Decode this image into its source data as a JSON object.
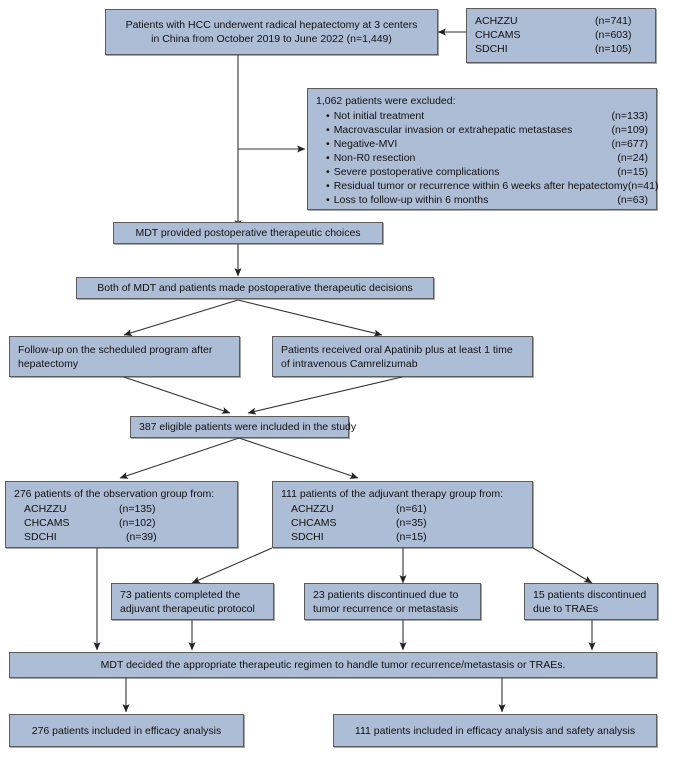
{
  "diagram": {
    "title": "Study flow diagram of patients with HCC after radical hepatectomy",
    "colors": {
      "box_fill": "#aebdd6",
      "box_border": "#5c5c5c",
      "connector": "#333333",
      "text": "#111111",
      "background": "#ffffff"
    },
    "nodes": {
      "enrollment": {
        "line1": "Patients with HCC underwent radical hepatectomy at 3 centers",
        "line2": "in China from October 2019 to June 2022 (n=1,449)"
      },
      "centers": {
        "rows": [
          {
            "label": "ACHZZU",
            "count": "(n=741)"
          },
          {
            "label": "CHCAMS",
            "count": "(n=603)"
          },
          {
            "label": "SDCHI",
            "count": "(n=105)"
          }
        ]
      },
      "excluded": {
        "heading": "1,062 patients were excluded:",
        "items": [
          {
            "text": "Not initial treatment",
            "count": "(n=133)"
          },
          {
            "text": "Macrovascular invasion or extrahepatic metastases",
            "count": "(n=109)"
          },
          {
            "text": "Negative-MVI",
            "count": "(n=677)"
          },
          {
            "text": "Non-R0 resection",
            "count": "(n=24)"
          },
          {
            "text": "Severe postoperative complications",
            "count": "(n=15)"
          },
          {
            "text": "Residual tumor or recurrence within 6 weeks after hepatectomy",
            "count": "(n=41)"
          },
          {
            "text": "Loss to follow-up within 6 months",
            "count": "(n=63)"
          }
        ]
      },
      "mdt_choices": {
        "text": "MDT provided postoperative therapeutic choices"
      },
      "mdt_decisions": {
        "text": "Both of MDT and patients made postoperative therapeutic decisions"
      },
      "followup": {
        "line1": "Follow-up on the scheduled program after",
        "line2": "hepatectomy"
      },
      "apatinib": {
        "line1": "Patients received oral Apatinib plus at least 1 time",
        "line2": "of intravenous Camrelizumab"
      },
      "eligible": {
        "text": "387 eligible patients were included in the study"
      },
      "observation_group": {
        "heading": "276 patients of the observation group from:",
        "rows": [
          {
            "label": "ACHZZU",
            "count": "(n=135)"
          },
          {
            "label": "CHCAMS",
            "count": "(n=102)"
          },
          {
            "label": "SDCHI",
            "count": "(n=39)"
          }
        ]
      },
      "adjuvant_group": {
        "heading": "111 patients of the adjuvant therapy group from:",
        "rows": [
          {
            "label": "ACHZZU",
            "count": "(n=61)"
          },
          {
            "label": "CHCAMS",
            "count": "(n=35)"
          },
          {
            "label": "SDCHI",
            "count": "(n=15)"
          }
        ]
      },
      "completed_protocol": {
        "line1": "73 patients completed the",
        "line2": "adjuvant therapeutic protocol"
      },
      "discontinued_recurrence": {
        "line1": "23 patients discontinued due to",
        "line2": "tumor recurrence or metastasis"
      },
      "discontinued_traes": {
        "line1": "15 patients discontinued",
        "line2": "due to TRAEs"
      },
      "mdt_regimen": {
        "text": "MDT decided the appropriate therapeutic regimen to handle tumor recurrence/metastasis or TRAEs."
      },
      "efficacy_276": {
        "text": "276 patients included in efficacy analysis"
      },
      "efficacy_111": {
        "text": "111 patients included in efficacy analysis and safety analysis"
      }
    }
  }
}
